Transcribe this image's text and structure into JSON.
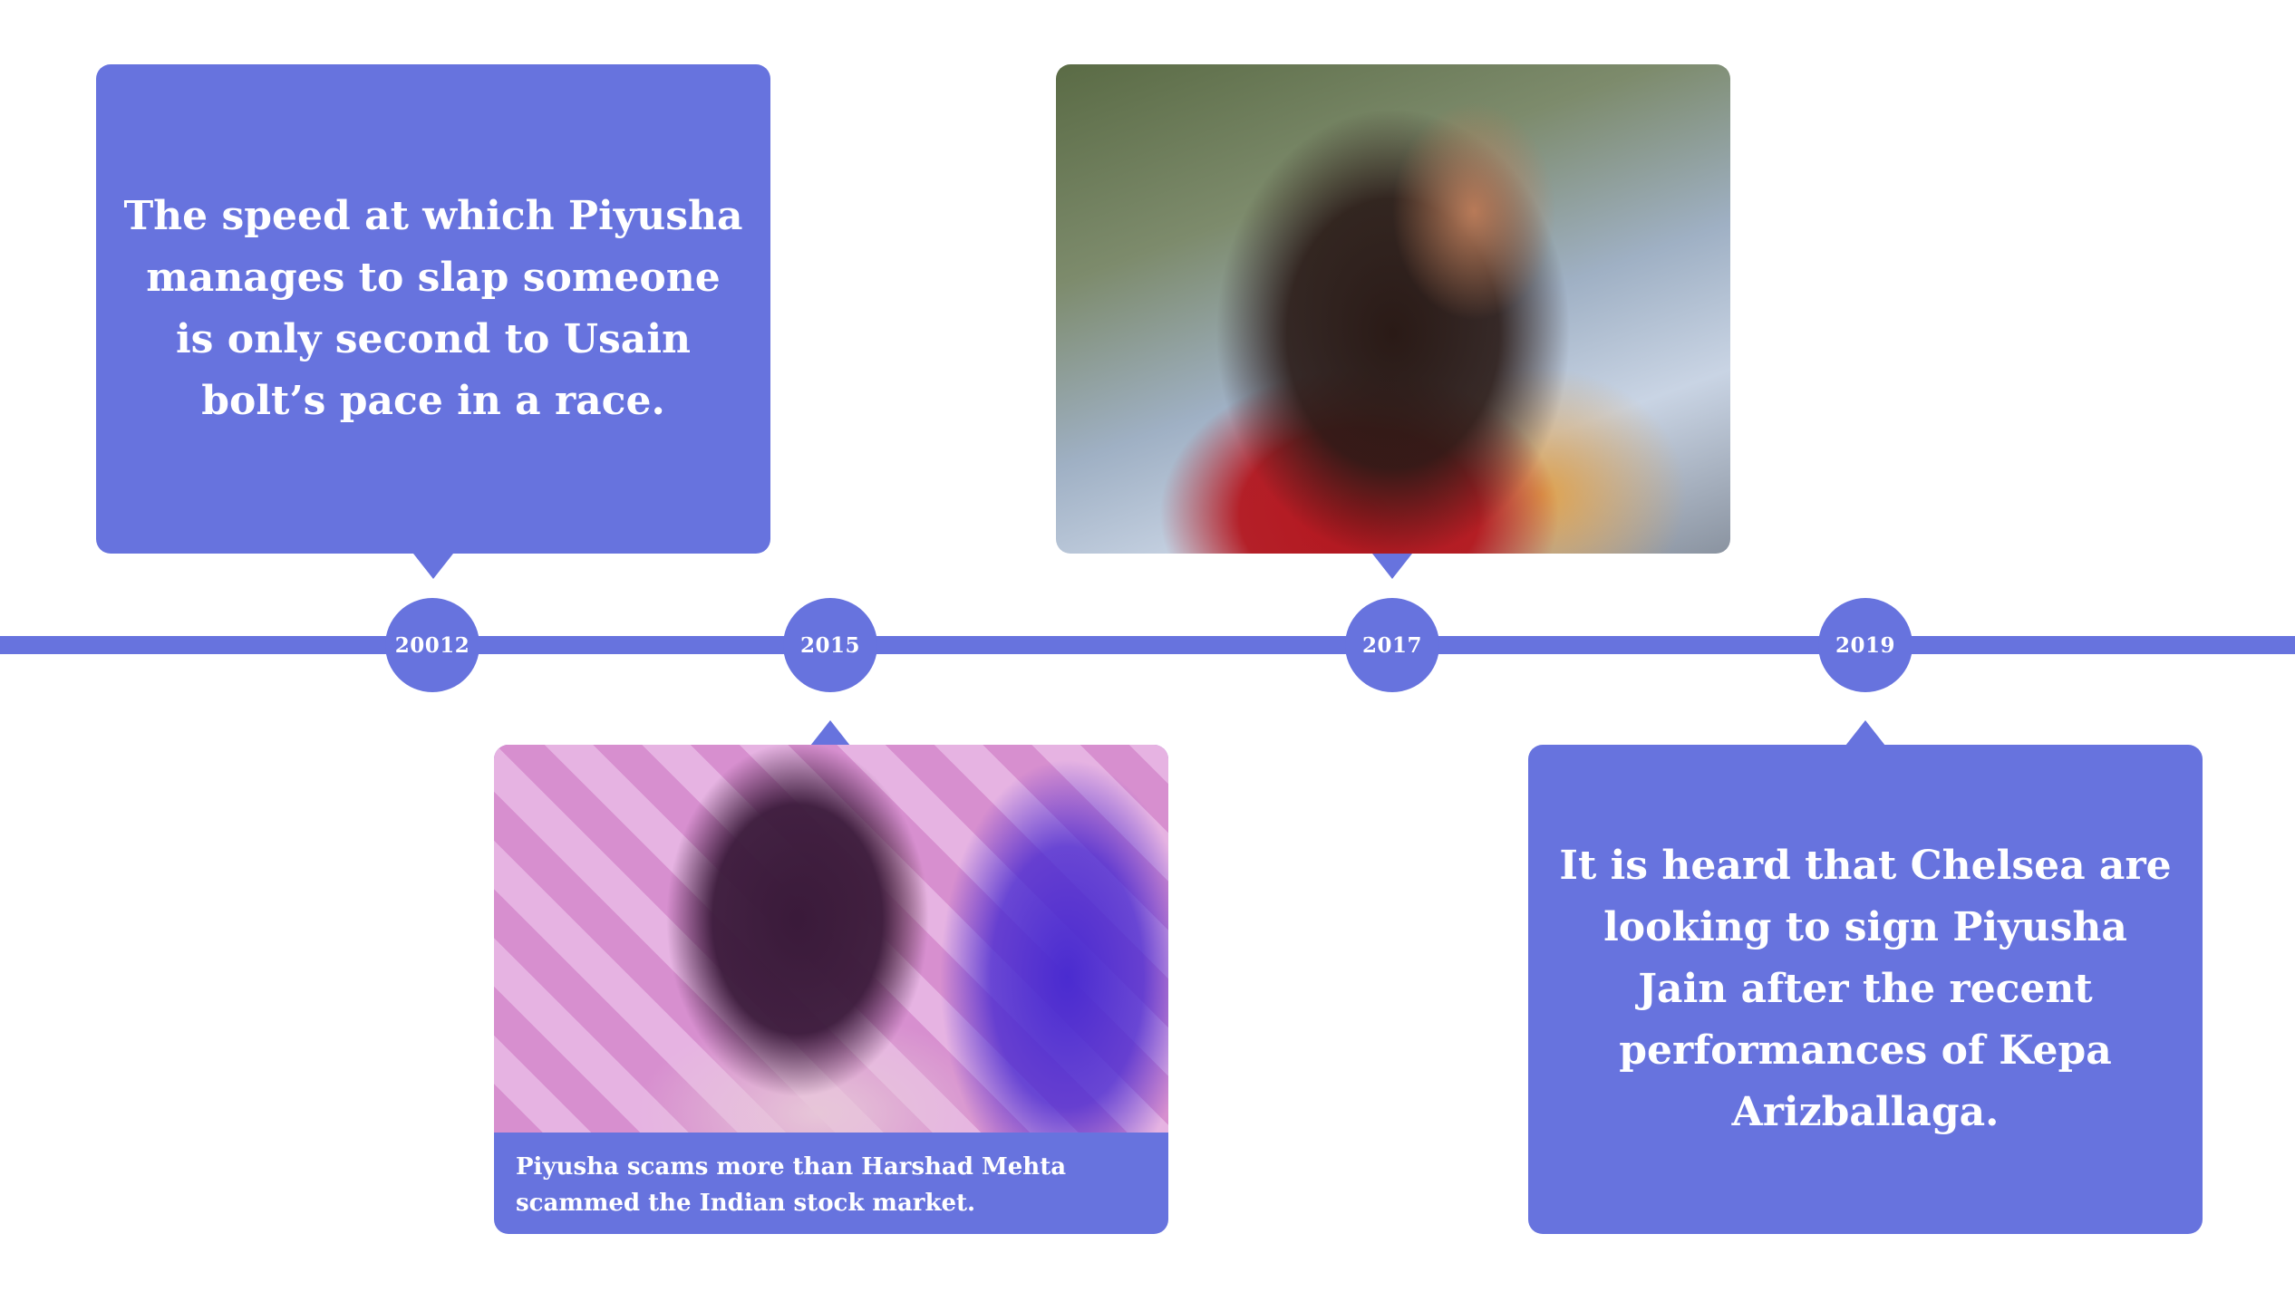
{
  "theme": {
    "accent": "#6773de",
    "background": "#ffffff"
  },
  "timeline": {
    "events": [
      {
        "year": "20012",
        "text": "The speed at which Piyusha manages to slap someone is only second to Usain bolt’s pace in a race."
      },
      {
        "year": "2015",
        "caption": "Piyusha scams more than Harshad Mehta scammed the Indian stock market."
      },
      {
        "year": "2017"
      },
      {
        "year": "2019",
        "text": "It is heard that Chelsea are looking to sign Piyusha Jain after the recent performances of Kepa Arizballaga."
      }
    ]
  }
}
